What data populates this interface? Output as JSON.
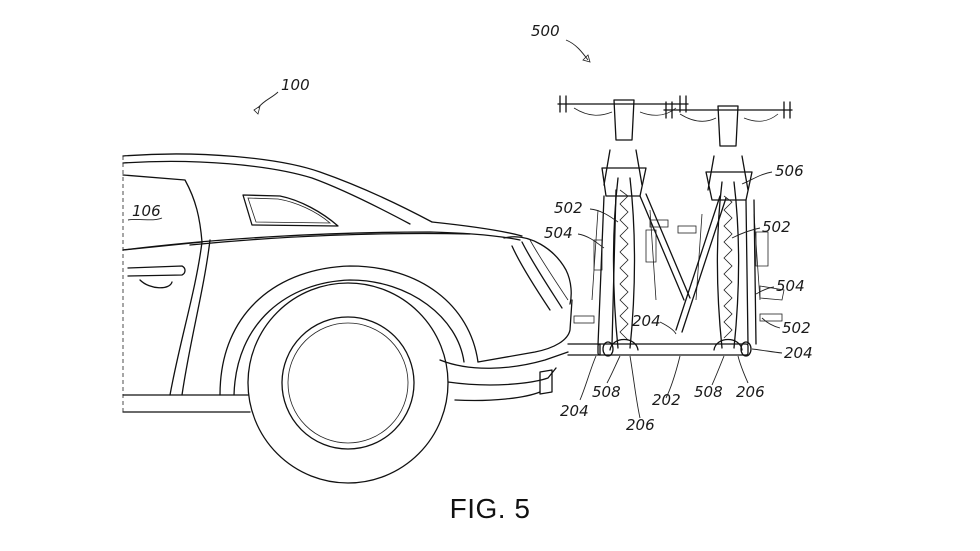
{
  "figure": {
    "caption": "FIG. 5"
  },
  "refs": {
    "r100": "100",
    "r106": "106",
    "r500": "500",
    "r502a": "502",
    "r502b": "502",
    "r502c": "502",
    "r504a": "504",
    "r504b": "504",
    "r506": "506",
    "r204a": "204",
    "r204b": "204",
    "r204c": "204",
    "r508a": "508",
    "r508b": "508",
    "r206a": "206",
    "r206b": "206",
    "r202": "202"
  },
  "colors": {
    "ink": "#111111",
    "paper": "#ffffff"
  }
}
